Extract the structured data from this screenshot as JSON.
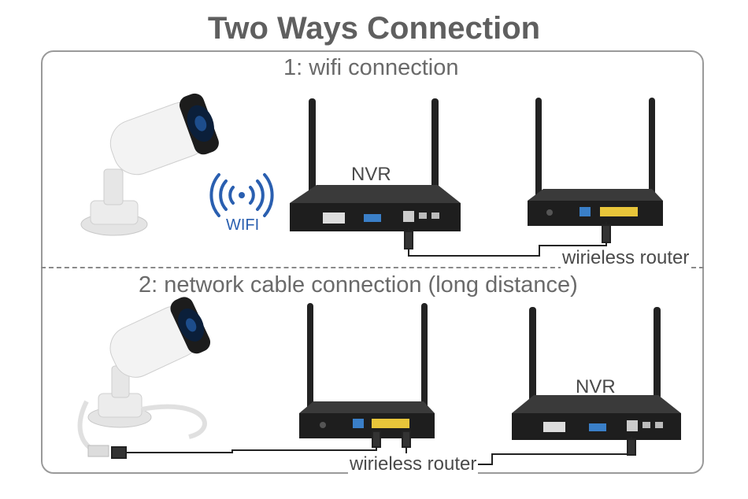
{
  "title": "Two Ways Connection",
  "section1": {
    "heading": "1: wifi connection",
    "nvr_label": "NVR",
    "router_label": "wirieless router",
    "wifi_badge": "WIFI"
  },
  "section2": {
    "heading": "2: network cable connection (long distance)",
    "router_label": "wirieless router",
    "nvr_label": "NVR"
  },
  "colors": {
    "title": "#5f5f5f",
    "border": "#9a9a9a",
    "device_body": "#1e1e1e",
    "wifi_blue": "#2a5fb0",
    "lan_yellow": "#e8c53a",
    "wan_blue": "#3a7fc8"
  },
  "icons": [
    "camera-icon",
    "wifi-icon",
    "nvr-icon",
    "router-icon",
    "antenna-icon",
    "cable-icon"
  ]
}
